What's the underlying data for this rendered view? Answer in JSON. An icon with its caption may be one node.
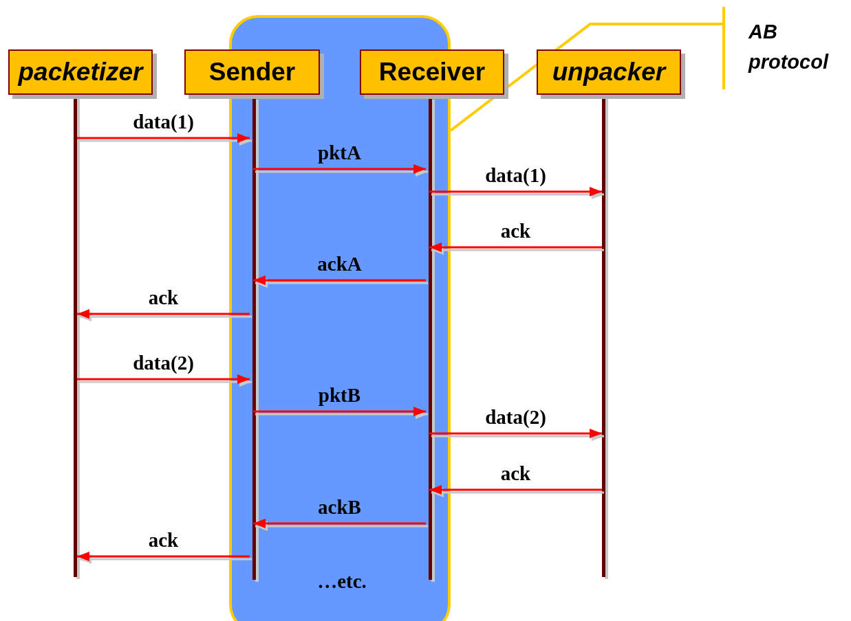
{
  "diagram": {
    "nodes": [
      {
        "text": [],
        "shape": "box"
      },
      {
        "text": [
          "packetizer"
        ]
      },
      {
        "text": [
          "Sender"
        ]
      },
      {
        "text": [
          "Receiver"
        ]
      },
      {
        "text": [
          "unpacker"
        ]
      },
      {
        "text": [
          "AB protocol"
        ]
      },
      {
        "text": [],
        "shape": "bar"
      },
      {
        "text": [],
        "shape": "bar",
        "in": 0
      },
      {
        "text": [],
        "shape": "bar",
        "in": 0
      },
      {
        "text": [],
        "shape": "bar"
      }
    ],
    "edges": [
      {
        "from": 6,
        "to": 7,
        "arrow": "to",
        "label": "data(1)"
      },
      {
        "from": 7,
        "to": 8,
        "arrow": "to",
        "label": "pktA"
      },
      {
        "from": 8,
        "to": 9,
        "arrow": "to",
        "label": "data(1)"
      },
      {
        "from": 9,
        "to": 8,
        "arrow": "to",
        "label": "ack"
      },
      {
        "from": 8,
        "to": 7,
        "arrow": "to",
        "label": "ackA"
      },
      {
        "from": 7,
        "to": 6,
        "arrow": "to",
        "label": "ack"
      },
      {
        "from": 6,
        "to": 7,
        "arrow": "to",
        "label": "data(2)"
      },
      {
        "from": 7,
        "to": 8,
        "arrow": "to",
        "label": "pktB"
      },
      {
        "from": 8,
        "to": 9,
        "arrow": "to",
        "label": "data(2)"
      },
      {
        "from": 9,
        "to": 8,
        "arrow": "to",
        "label": "ack"
      },
      {
        "from": 8,
        "to": 7,
        "arrow": "to",
        "label": "ackB"
      },
      {
        "from": 7,
        "to": 6,
        "arrow": "to",
        "label": "ack"
      },
      {
        "from": 5,
        "to": 0,
        "arrow": "none",
        "color": "#ffcc00"
      }
    ],
    "labels": [
      "…etc."
    ]
  }
}
